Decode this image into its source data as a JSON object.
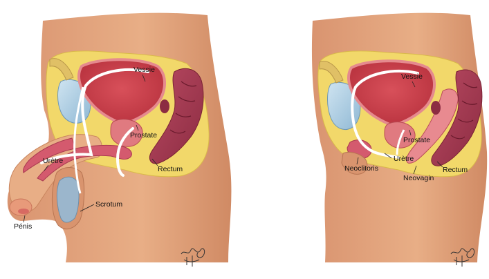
{
  "left_figure": {
    "labels": {
      "bladder": "Vessie",
      "prostate": "Prostate",
      "urethra": "Urètre",
      "rectum": "Rectum",
      "scrotum": "Scrotum",
      "penis": "Pénis"
    }
  },
  "right_figure": {
    "labels": {
      "bladder": "Vessie",
      "prostate": "Prostate",
      "urethra": "Urètre",
      "neoclitoris": "Neoclitoris",
      "neovagina": "Neovagin",
      "rectum": "Rectum"
    }
  },
  "colors": {
    "skin": "#e2a47a",
    "skin_shadow": "#c9855e",
    "fat": "#f2d86a",
    "bladder": "#c8404a",
    "bladder_wall": "#e58a8e",
    "rectum": "#a33a4e",
    "erectile": "#d45a6e",
    "bone": "#9ec7e0",
    "testis": "#9bb6cc",
    "urethra": "#ffffff"
  }
}
